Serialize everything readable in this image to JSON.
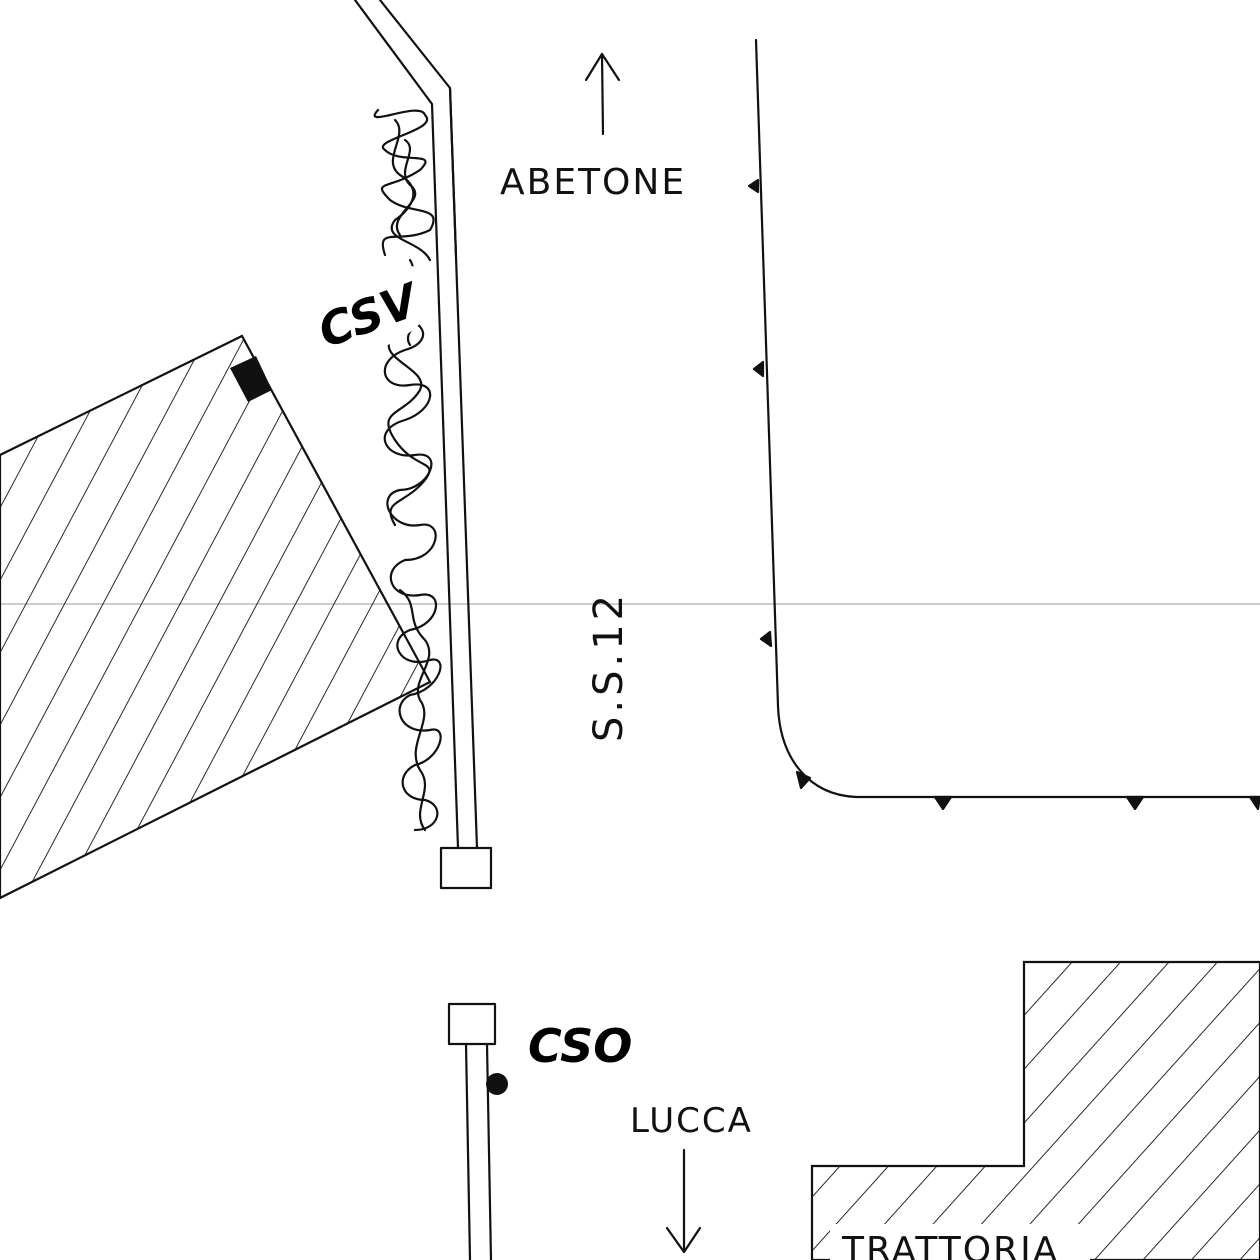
{
  "labels": {
    "north_destination": "ABETONE",
    "south_destination": "LUCCA",
    "road_name": "S.S.12",
    "camera_vertical": "CSV",
    "camera_oblique": "CSO",
    "building": "TRATTORIA"
  },
  "icons": {
    "north_arrow": "arrow-up-icon",
    "south_arrow": "arrow-down-icon"
  },
  "colors": {
    "ink": "#111111",
    "paper": "#ffffff"
  }
}
